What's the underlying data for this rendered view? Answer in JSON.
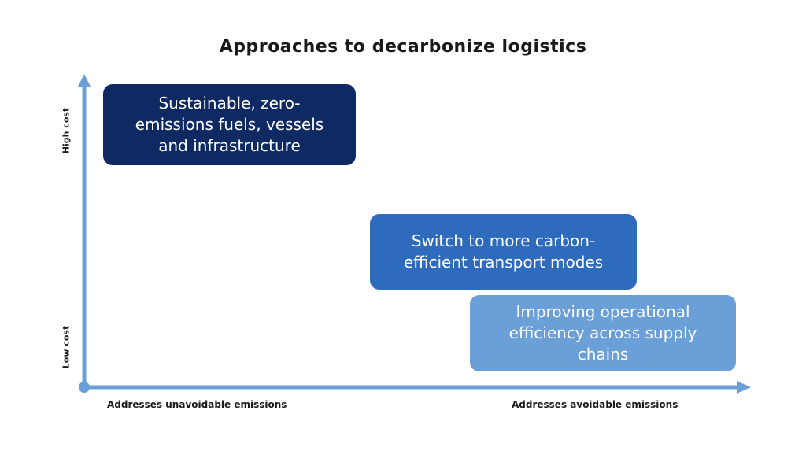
{
  "title": "Approaches to decarbonize logistics",
  "axes": {
    "y_high": "High cost",
    "y_low": "Low cost",
    "x_left": "Addresses unavoidable emissions",
    "x_right": "Addresses avoidable emissions",
    "color": "#6a9fd8"
  },
  "boxes": [
    {
      "text": "Sustainable, zero-\nemissions fuels, vessels\nand infrastructure",
      "color": "#0f2a63"
    },
    {
      "text": "Switch to more carbon-\nefficient transport modes",
      "color": "#2e6bbd"
    },
    {
      "text": "Improving operational\nefficiency across supply\nchains",
      "color": "#6a9fd8"
    }
  ]
}
